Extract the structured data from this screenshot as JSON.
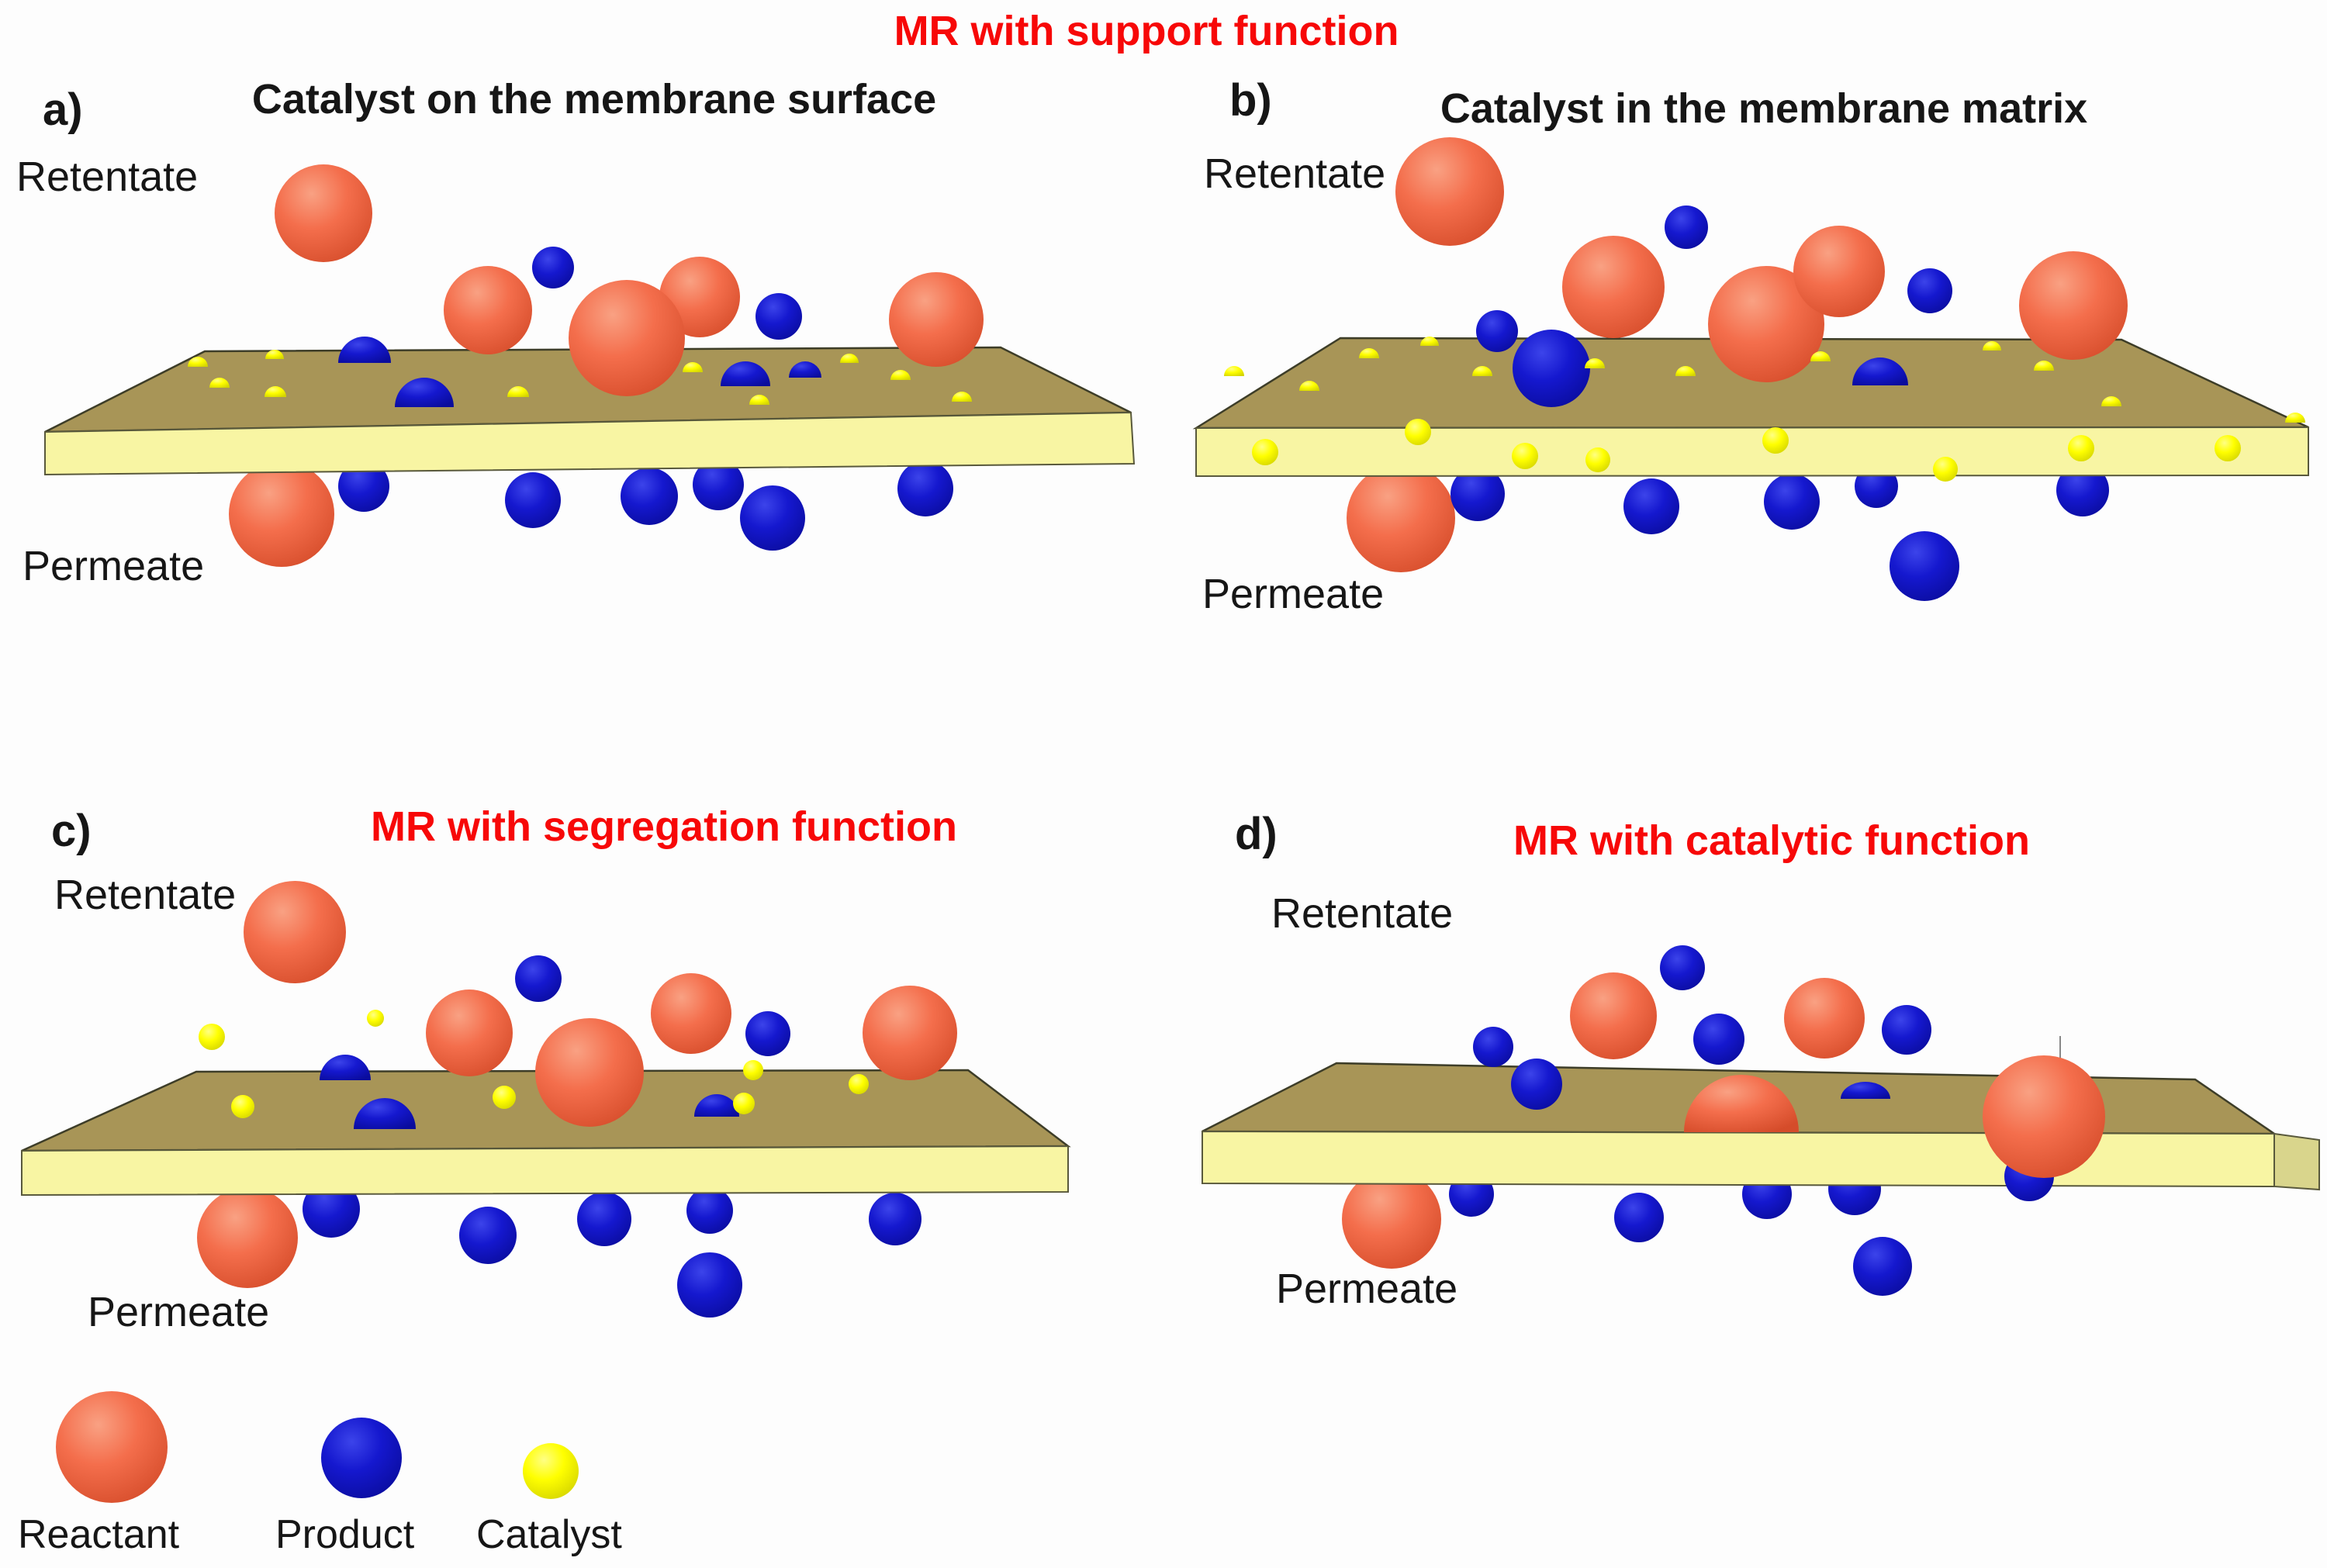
{
  "main_title": {
    "text": "MR with support function",
    "color": "#f70808"
  },
  "colors": {
    "title_red": "#f70808",
    "text_black": "#161616",
    "reactant": [
      "#f9a183",
      "#f46e4c",
      "#d54c2a"
    ],
    "product": [
      "#3c44ea",
      "#1518cf",
      "#0a0c9c"
    ],
    "catalyst": [
      "#ffff85",
      "#ffff00",
      "#d3d300"
    ],
    "membrane_top": "#a89557",
    "membrane_front": "#f8f5a3",
    "membrane_side": "#d9d58c",
    "membrane_edge": "#3d3d28",
    "pin_line": "#888888"
  },
  "legend": {
    "items": [
      {
        "label": "Reactant",
        "type": "reactant"
      },
      {
        "label": "Product",
        "type": "product"
      },
      {
        "label": "Catalyst",
        "type": "catalyst"
      }
    ],
    "spheres": [
      [
        "reactant",
        "sphere",
        144,
        1866,
        72
      ],
      [
        "product",
        "sphere",
        466,
        1880,
        52
      ],
      [
        "catalyst",
        "sphere",
        710,
        1897,
        36
      ]
    ]
  },
  "panels": [
    {
      "id": "a",
      "tag": "a)",
      "title": "Catalyst on the membrane surface",
      "title_color": "#161616",
      "retentate": "Retentate",
      "permeate": "Permeate",
      "membrane": {
        "top": "58,557 264,453 1290,448 1458,532",
        "front": "58,557 1458,532 1462,598 58,612"
      },
      "below": [
        [
          "reactant",
          "sphere",
          363,
          663,
          68
        ],
        [
          "product",
          "sphere",
          469,
          627,
          33
        ],
        [
          "product",
          "sphere",
          687,
          645,
          36
        ],
        [
          "product",
          "sphere",
          837,
          640,
          37
        ],
        [
          "product",
          "sphere",
          926,
          625,
          33
        ],
        [
          "product",
          "sphere",
          996,
          668,
          42
        ],
        [
          "product",
          "sphere",
          1193,
          630,
          36
        ]
      ],
      "above": [
        [
          "product",
          "sphere",
          713,
          345,
          27
        ],
        [
          "product",
          "sphere",
          1004,
          408,
          30
        ],
        [
          "reactant",
          "sphere",
          417,
          275,
          63
        ],
        [
          "reactant",
          "sphere",
          629,
          400,
          57
        ],
        [
          "reactant",
          "sphere",
          902,
          383,
          52
        ],
        [
          "reactant",
          "sphere",
          808,
          436,
          75
        ],
        [
          "reactant",
          "sphere",
          1207,
          412,
          61
        ],
        [
          "product",
          "dome",
          470,
          468,
          34
        ],
        [
          "product",
          "dome",
          547,
          525,
          38
        ],
        [
          "product",
          "dome",
          961,
          498,
          32
        ],
        [
          "product",
          "dome",
          1038,
          487,
          21
        ],
        [
          "catalyst",
          "dome",
          255,
          473,
          13
        ],
        [
          "catalyst",
          "dome",
          354,
          463,
          12
        ],
        [
          "catalyst",
          "dome",
          283,
          500,
          13
        ],
        [
          "catalyst",
          "dome",
          355,
          512,
          14
        ],
        [
          "catalyst",
          "dome",
          668,
          512,
          14
        ],
        [
          "catalyst",
          "dome",
          893,
          480,
          13
        ],
        [
          "catalyst",
          "dome",
          979,
          522,
          13
        ],
        [
          "catalyst",
          "dome",
          1095,
          468,
          12
        ],
        [
          "catalyst",
          "dome",
          1161,
          490,
          13
        ],
        [
          "catalyst",
          "dome",
          1240,
          518,
          13
        ]
      ]
    },
    {
      "id": "b",
      "tag": "b)",
      "title": "Catalyst in the membrane matrix",
      "title_color": "#161616",
      "retentate": "Retentate",
      "permeate": "Permeate",
      "membrane": {
        "top": "1542,552 1728,436 2735,438 2976,551",
        "front": "1542,552 2976,551 2976,613 1542,614"
      },
      "below": [
        [
          "reactant",
          "sphere",
          1806,
          668,
          70
        ],
        [
          "product",
          "sphere",
          1905,
          637,
          35
        ],
        [
          "product",
          "sphere",
          2129,
          653,
          36
        ],
        [
          "product",
          "sphere",
          2310,
          647,
          36
        ],
        [
          "product",
          "sphere",
          2419,
          627,
          28
        ],
        [
          "product",
          "sphere",
          2685,
          632,
          34
        ],
        [
          "product",
          "sphere",
          2481,
          730,
          45
        ]
      ],
      "above": [
        [
          "product",
          "sphere",
          2174,
          293,
          28
        ],
        [
          "product",
          "sphere",
          2488,
          375,
          29
        ],
        [
          "product",
          "sphere",
          1930,
          427,
          27
        ],
        [
          "product",
          "sphere",
          2000,
          475,
          50
        ],
        [
          "reactant",
          "sphere",
          1869,
          247,
          70
        ],
        [
          "reactant",
          "sphere",
          2080,
          370,
          66
        ],
        [
          "reactant",
          "sphere",
          2277,
          418,
          75
        ],
        [
          "reactant",
          "sphere",
          2371,
          350,
          59
        ],
        [
          "reactant",
          "sphere",
          2673,
          394,
          70
        ],
        [
          "product",
          "dome",
          2424,
          497,
          36
        ],
        [
          "catalyst",
          "dome",
          1591,
          485,
          13
        ],
        [
          "catalyst",
          "dome",
          1688,
          504,
          13
        ],
        [
          "catalyst",
          "dome",
          1765,
          462,
          13
        ],
        [
          "catalyst",
          "dome",
          1843,
          446,
          12
        ],
        [
          "catalyst",
          "dome",
          1911,
          485,
          13
        ],
        [
          "catalyst",
          "dome",
          2056,
          475,
          13
        ],
        [
          "catalyst",
          "dome",
          2173,
          485,
          13
        ],
        [
          "catalyst",
          "dome",
          2347,
          466,
          13
        ],
        [
          "catalyst",
          "dome",
          2568,
          452,
          12
        ],
        [
          "catalyst",
          "dome",
          2635,
          478,
          13
        ],
        [
          "catalyst",
          "dome",
          2722,
          524,
          13
        ],
        [
          "catalyst",
          "dome",
          2959,
          545,
          13
        ],
        [
          "catalyst",
          "sphere",
          1631,
          583,
          17
        ],
        [
          "catalyst",
          "sphere",
          1828,
          557,
          17
        ],
        [
          "catalyst",
          "sphere",
          1966,
          588,
          17
        ],
        [
          "catalyst",
          "sphere",
          2060,
          593,
          16
        ],
        [
          "catalyst",
          "sphere",
          2289,
          568,
          17
        ],
        [
          "catalyst",
          "sphere",
          2508,
          605,
          16
        ],
        [
          "catalyst",
          "sphere",
          2683,
          578,
          17
        ],
        [
          "catalyst",
          "sphere",
          2872,
          578,
          17
        ]
      ]
    },
    {
      "id": "c",
      "tag": "c)",
      "title": "MR with segregation function",
      "title_color": "#f70808",
      "retentate": "Retentate",
      "permeate": "Permeate",
      "membrane": {
        "top": "28,1484 253,1382 1248,1380 1377,1478",
        "front": "28,1484 1377,1478 1377,1537 28,1541"
      },
      "below": [
        [
          "reactant",
          "sphere",
          319,
          1596,
          65
        ],
        [
          "product",
          "sphere",
          427,
          1559,
          37
        ],
        [
          "product",
          "sphere",
          629,
          1593,
          37
        ],
        [
          "product",
          "sphere",
          779,
          1572,
          35
        ],
        [
          "product",
          "sphere",
          915,
          1561,
          30
        ],
        [
          "product",
          "sphere",
          1154,
          1572,
          34
        ],
        [
          "product",
          "sphere",
          915,
          1657,
          42
        ]
      ],
      "above": [
        [
          "product",
          "sphere",
          694,
          1262,
          30
        ],
        [
          "product",
          "sphere",
          990,
          1333,
          29
        ],
        [
          "reactant",
          "sphere",
          380,
          1202,
          66
        ],
        [
          "reactant",
          "sphere",
          605,
          1332,
          56
        ],
        [
          "reactant",
          "sphere",
          891,
          1307,
          52
        ],
        [
          "reactant",
          "sphere",
          760,
          1383,
          70
        ],
        [
          "reactant",
          "sphere",
          1173,
          1332,
          61
        ],
        [
          "product",
          "dome",
          445,
          1393,
          33
        ],
        [
          "product",
          "dome",
          496,
          1456,
          40
        ],
        [
          "product",
          "dome",
          924,
          1440,
          29
        ],
        [
          "catalyst",
          "sphere",
          273,
          1337,
          17
        ],
        [
          "catalyst",
          "sphere",
          484,
          1313,
          11
        ],
        [
          "catalyst",
          "sphere",
          313,
          1427,
          15
        ],
        [
          "catalyst",
          "sphere",
          650,
          1415,
          15
        ],
        [
          "catalyst",
          "sphere",
          971,
          1380,
          13
        ],
        [
          "catalyst",
          "sphere",
          959,
          1423,
          14
        ],
        [
          "catalyst",
          "sphere",
          1107,
          1398,
          13
        ]
      ]
    },
    {
      "id": "d",
      "tag": "d)",
      "title": "MR with catalytic function",
      "title_color": "#f70808",
      "retentate": "Retentate",
      "permeate": "Permeate",
      "membrane": {
        "top": "1550,1459 1723,1371 2830,1392 2932,1462",
        "front": "1550,1459 2932,1462 2932,1530 1550,1526",
        "side": "2932,1462 2990,1470 2990,1534 2932,1530"
      },
      "lines": [
        [
          2656,
          1336,
          2656,
          1374
        ]
      ],
      "below": [
        [
          "reactant",
          "sphere",
          1794,
          1572,
          64
        ],
        [
          "product",
          "sphere",
          1897,
          1540,
          29
        ],
        [
          "product",
          "sphere",
          2113,
          1570,
          32
        ],
        [
          "product",
          "sphere",
          2278,
          1540,
          32
        ],
        [
          "product",
          "sphere",
          2391,
          1533,
          34
        ],
        [
          "product",
          "sphere",
          2427,
          1633,
          38
        ]
      ],
      "above": [
        [
          "product",
          "sphere",
          2169,
          1248,
          29
        ],
        [
          "product",
          "sphere",
          2216,
          1340,
          33
        ],
        [
          "product",
          "sphere",
          2458,
          1328,
          32
        ],
        [
          "product",
          "sphere",
          1925,
          1350,
          26
        ],
        [
          "product",
          "sphere",
          1981,
          1398,
          33
        ],
        [
          "reactant",
          "sphere",
          2080,
          1310,
          56
        ],
        [
          "reactant",
          "sphere",
          2352,
          1313,
          52
        ],
        [
          "reactant",
          "dome",
          2245,
          1460,
          74
        ],
        [
          "product",
          "dome",
          2405,
          1417,
          32,
          22
        ],
        [
          "product",
          "sphere",
          2616,
          1517,
          32
        ],
        [
          "reactant",
          "sphere",
          2635,
          1440,
          79
        ]
      ]
    }
  ]
}
